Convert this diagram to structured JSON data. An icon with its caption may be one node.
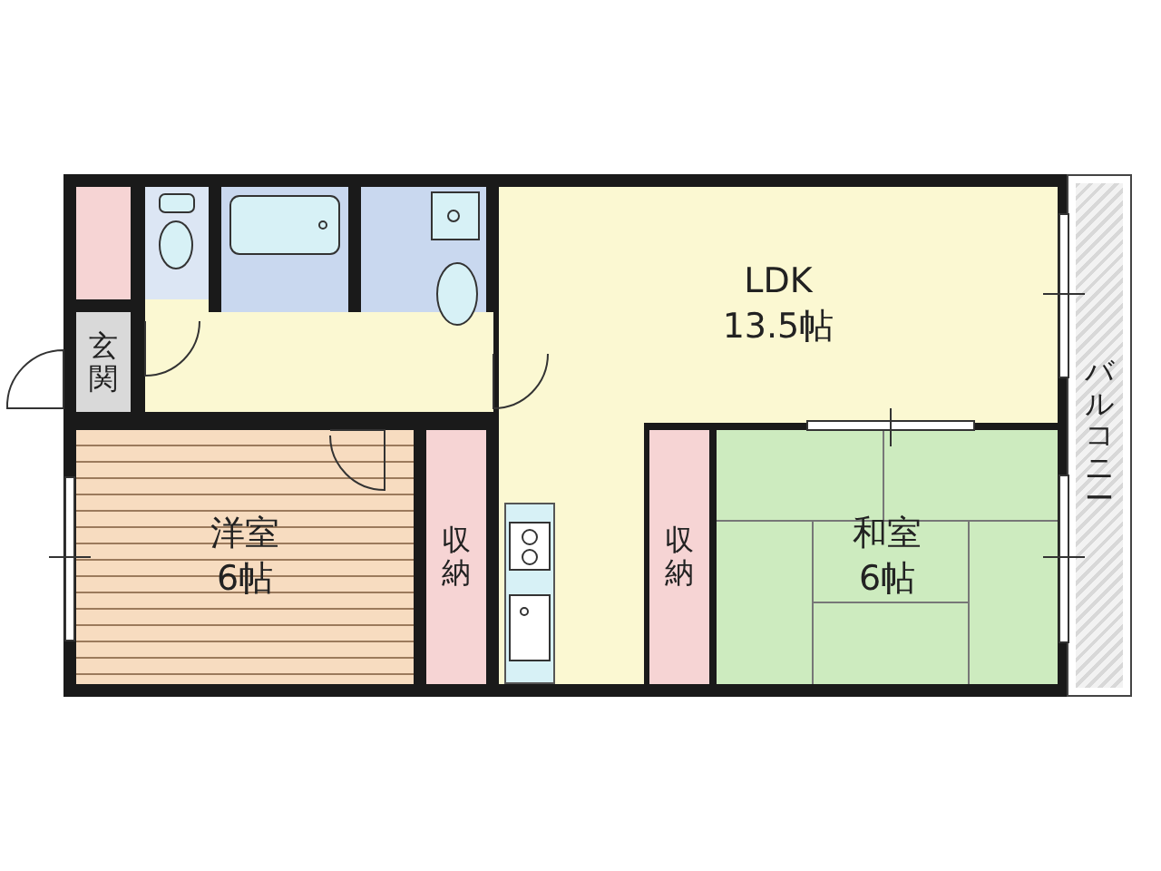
{
  "diagram": {
    "nodes": [
      {
        "text": [
          "LDK",
          "13.5帖"
        ]
      },
      {
        "text": [
          "バルコニー"
        ]
      },
      {
        "text": [
          "玄関"
        ]
      },
      {
        "text": [
          "洋室",
          "6帖"
        ]
      },
      {
        "text": [
          "収納"
        ]
      },
      {
        "text": [
          "収納"
        ]
      },
      {
        "text": [
          "和室",
          "6帖"
        ]
      }
    ]
  }
}
